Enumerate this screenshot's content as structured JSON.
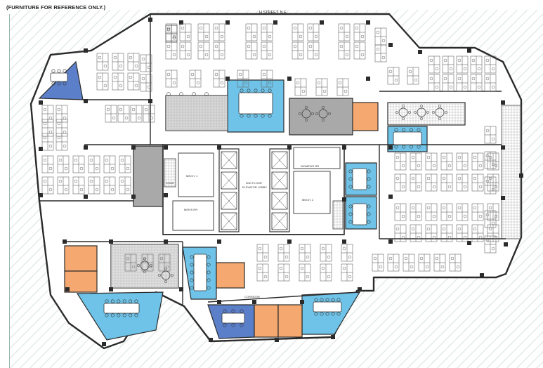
{
  "note": "(FURNITURE FOR REFERENCE ONLY.)",
  "street": "H STREET, N.E.",
  "labels": {
    "mech_1": "MECH. 1",
    "mech_2": "MECH. 2",
    "elevator_lobby_line1": "2ND FLOOR",
    "elevator_lobby_line2": "ELEVATOR LOBBY",
    "womens_rr": "WOMEN'S RR",
    "mens_rr": "MEN'S RR",
    "corridor": "CORRIDOR",
    "stair": "STAIR"
  },
  "colors": {
    "blue": "#6fc3e8",
    "blue_dark": "#5b7fc8",
    "orange": "#f5a970",
    "gray": "#a9a9a9",
    "gray_light": "#c4c4c4",
    "wall": "#2b2b2b",
    "floor": "#ffffff",
    "hatch": "#dfe9e6"
  }
}
